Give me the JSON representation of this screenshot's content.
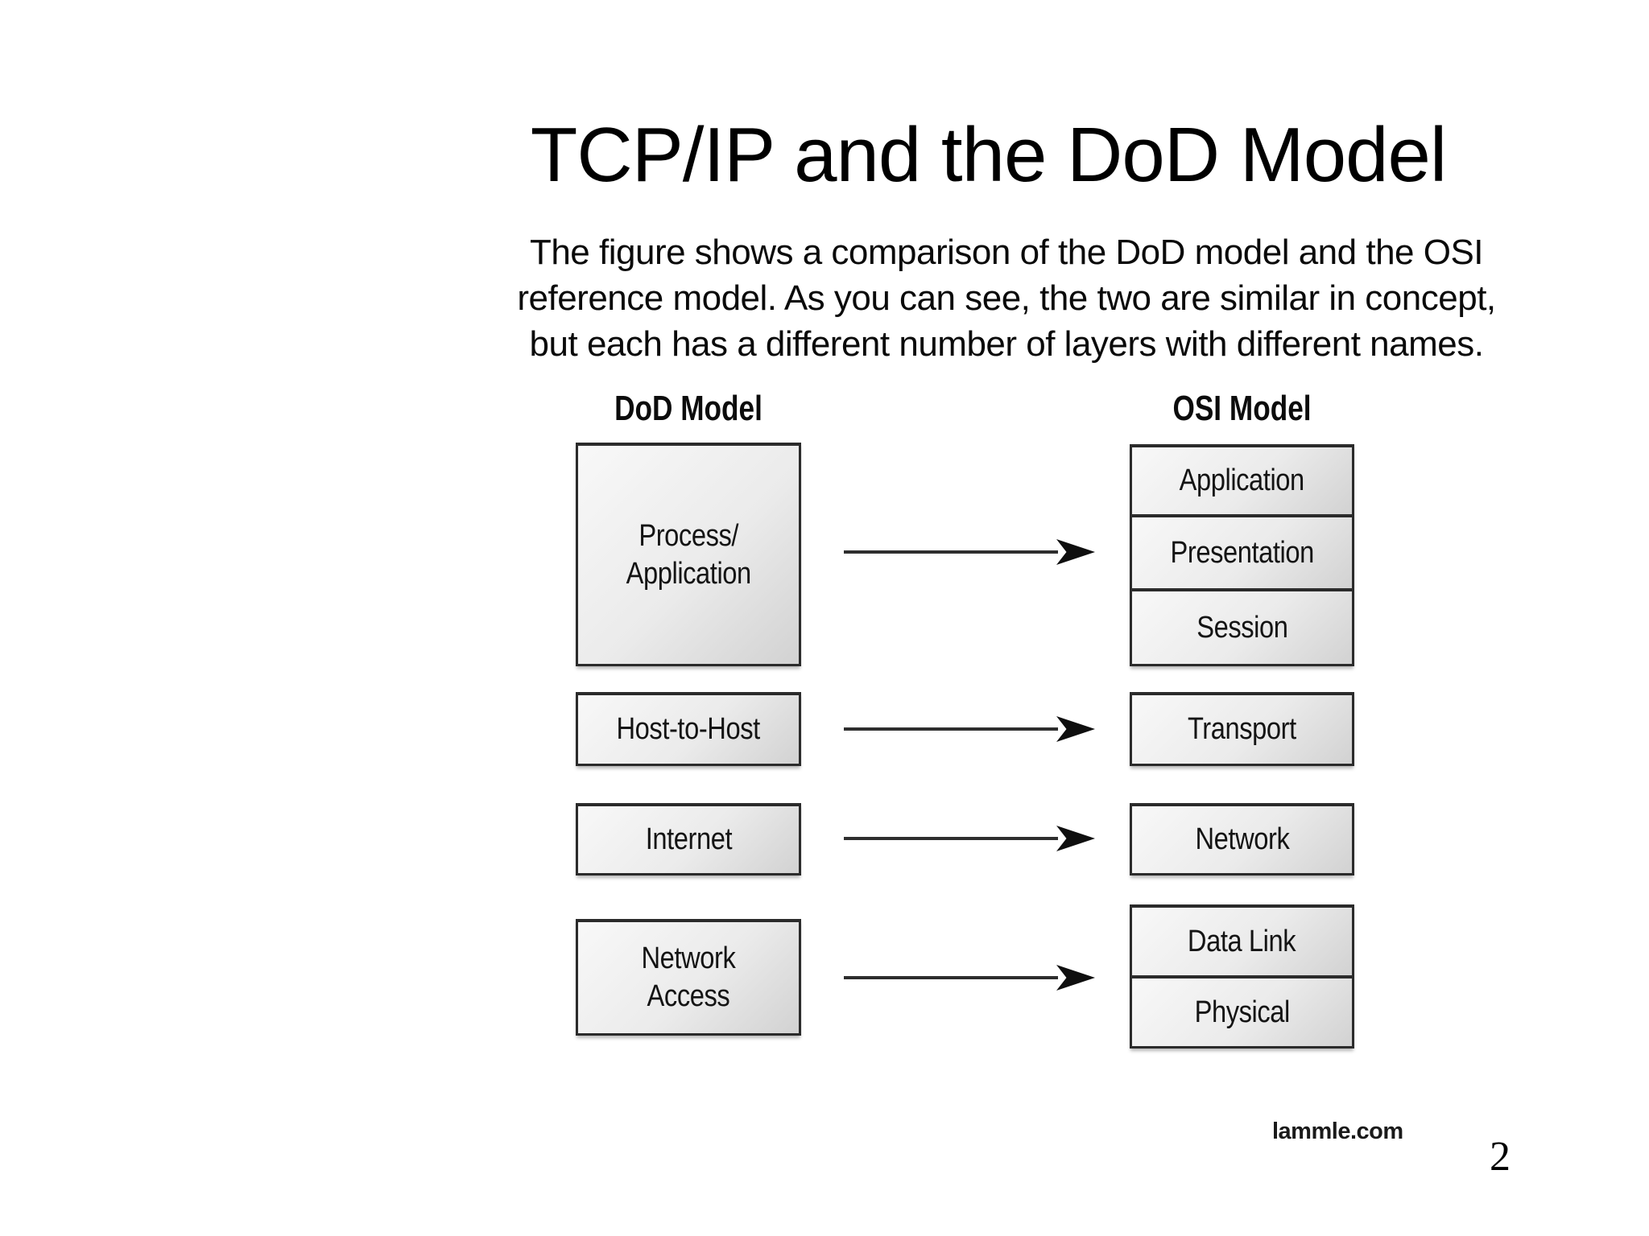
{
  "slide": {
    "title": "TCP/IP and the DoD Model",
    "subtitle": "The figure shows a comparison of the DoD model and the OSI\nreference model. As you can see, the two are similar in concept,\nbut each has a different number of layers with different names.",
    "brand": "lammle.com",
    "page_number": "2"
  },
  "diagram": {
    "dod_header": "DoD Model",
    "osi_header": "OSI Model",
    "dod_layers": [
      "Process/\nApplication",
      "Host-to-Host",
      "Internet",
      "Network\nAccess"
    ],
    "osi_layers": [
      "Application",
      "Presentation",
      "Session",
      "Transport",
      "Network",
      "Data Link",
      "Physical"
    ],
    "mappings": [
      {
        "from": "Process/Application",
        "to": [
          "Application",
          "Presentation",
          "Session"
        ]
      },
      {
        "from": "Host-to-Host",
        "to": [
          "Transport"
        ]
      },
      {
        "from": "Internet",
        "to": [
          "Network"
        ]
      },
      {
        "from": "Network Access",
        "to": [
          "Data Link",
          "Physical"
        ]
      }
    ],
    "colors": {
      "box_fill_light": "#f8f8f8",
      "box_fill_dark": "#d2d2d2",
      "box_border": "#2b2b2b",
      "arrow": "#0f0f0f",
      "text": "#141414"
    }
  }
}
